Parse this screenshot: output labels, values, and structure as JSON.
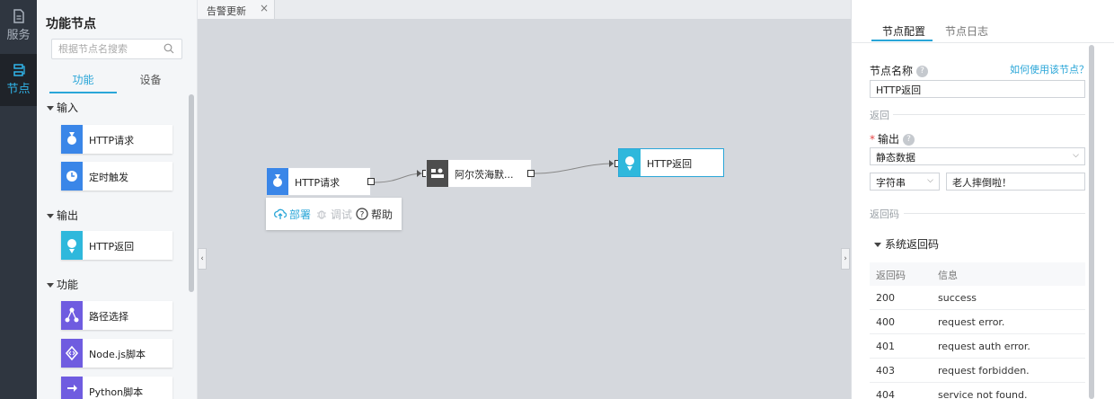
{
  "rail": {
    "items": [
      {
        "label": "服务",
        "active": false
      },
      {
        "label": "节点",
        "active": true
      }
    ]
  },
  "palette": {
    "title": "功能节点",
    "search_placeholder": "根据节点名搜索",
    "tabs": [
      "功能",
      "设备"
    ],
    "groups": [
      {
        "name": "输入",
        "items": [
          "HTTP请求",
          "定时触发"
        ]
      },
      {
        "name": "输出",
        "items": [
          "HTTP返回"
        ]
      },
      {
        "name": "功能",
        "items": [
          "路径选择",
          "Node.js脚本",
          "Python脚本"
        ]
      }
    ]
  },
  "editor": {
    "tab_label": "告警更新",
    "tab_close": "×",
    "nodes": [
      {
        "label": "HTTP请求"
      },
      {
        "label": "阿尔茨海默..."
      },
      {
        "label": "HTTP返回"
      }
    ],
    "node_menu": {
      "deploy": "部署",
      "debug": "调试",
      "help": "帮助"
    },
    "collapse_left": "‹",
    "collapse_right": "›"
  },
  "config": {
    "tabs": [
      "节点配置",
      "节点日志"
    ],
    "node_name_label": "节点名称",
    "help_link": "如何使用该节点？",
    "node_name_value": "HTTP返回",
    "section_return": "返回",
    "output_label": "输出",
    "output_mode": "静态数据",
    "value_type": "字符串",
    "value_text": "老人摔倒啦！",
    "section_code": "返回码",
    "system_codes_title": "系统返回码",
    "table_headers": [
      "返回码",
      "信息"
    ],
    "codes": [
      {
        "code": "200",
        "msg": "success"
      },
      {
        "code": "400",
        "msg": "request error."
      },
      {
        "code": "401",
        "msg": "request auth error."
      },
      {
        "code": "403",
        "msg": "request forbidden."
      },
      {
        "code": "404",
        "msg": "service not found."
      }
    ]
  },
  "colors": {
    "accent": "#2aa6d8",
    "http_in": "#3a86e8",
    "timer": "#3a86e8",
    "http_out": "#2fb8dc",
    "switch": "#6f5ce0",
    "script": "#6f5ce0",
    "device": "#4d4d4d"
  }
}
